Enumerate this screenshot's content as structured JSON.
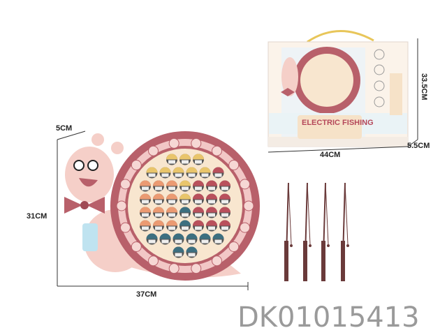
{
  "product": {
    "box_title": "ELECTRIC FISHING",
    "product_code": "DK01015413"
  },
  "dimensions": {
    "toy_depth": "5CM",
    "toy_height": "31CM",
    "toy_width": "37CM",
    "box_width": "44CM",
    "box_height": "33.5CM",
    "box_depth": "5.5CM"
  },
  "colors": {
    "shell": "#b8606a",
    "body": "#f5cfc8",
    "board": "#f8e6cf",
    "fish_yellow": "#e9c56b",
    "fish_orange": "#eb9a72",
    "fish_red": "#b9505c",
    "fish_teal": "#3d6f80",
    "rod": "#6a3a3a"
  },
  "fish_rows": [
    3,
    6,
    7,
    7,
    7,
    7,
    6,
    2
  ],
  "rod_count": 4
}
